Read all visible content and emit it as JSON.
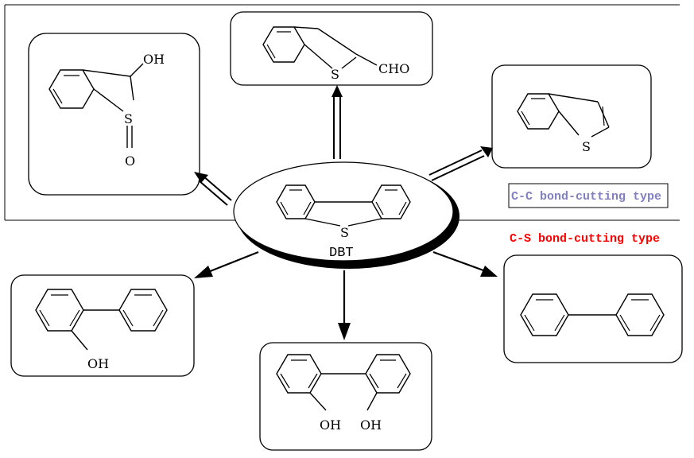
{
  "center": {
    "atom": "S",
    "name": "DBT"
  },
  "products": {
    "oxidized_hydroxy": {
      "oh": "OH",
      "s": "S",
      "o": "O"
    },
    "aldehyde": {
      "s": "S",
      "group": "CHO"
    },
    "benzothiophene": {
      "s": "S"
    },
    "hydroxybiphenyl": {
      "oh": "OH"
    },
    "dihydroxybiphenyl": {
      "oh1": "OH",
      "oh2": "OH"
    },
    "biphenyl": {}
  },
  "legend": {
    "cc_type": "C-C bond-cutting type",
    "cs_type": "C-S bond-cutting type"
  },
  "colors": {
    "cc_text": "#8080c0",
    "cs_text": "#ff0000",
    "line": "#000000"
  }
}
